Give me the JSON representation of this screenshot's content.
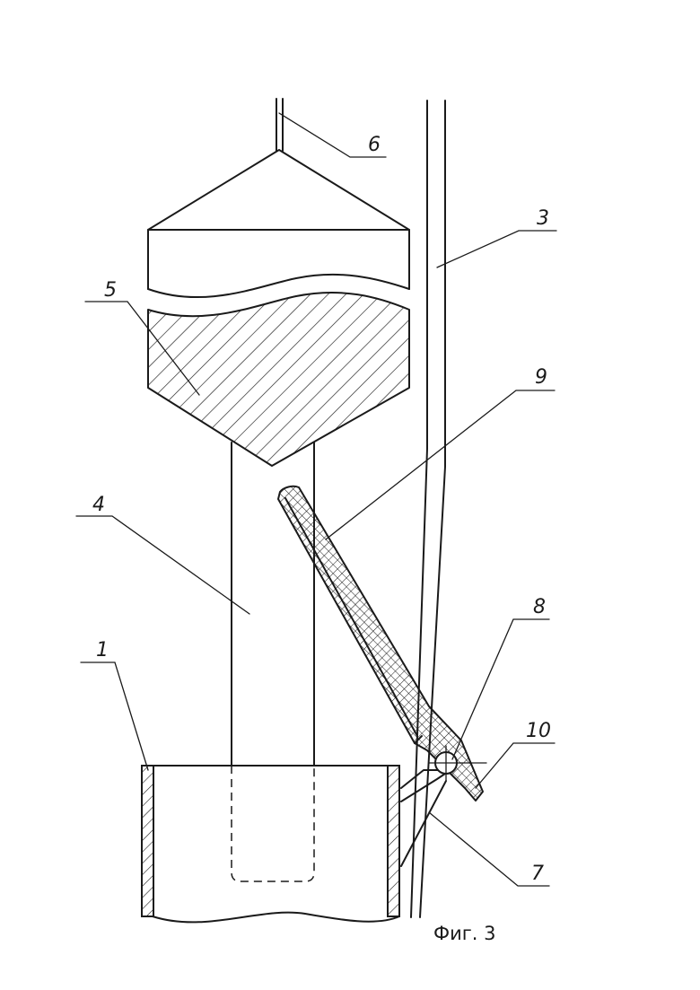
{
  "figure": {
    "caption": "Фиг. 3",
    "labels": {
      "l1": "1",
      "l3": "3",
      "l4": "4",
      "l5": "5",
      "l6": "6",
      "l7": "7",
      "l8": "8",
      "l9": "9",
      "l10": "10"
    }
  }
}
